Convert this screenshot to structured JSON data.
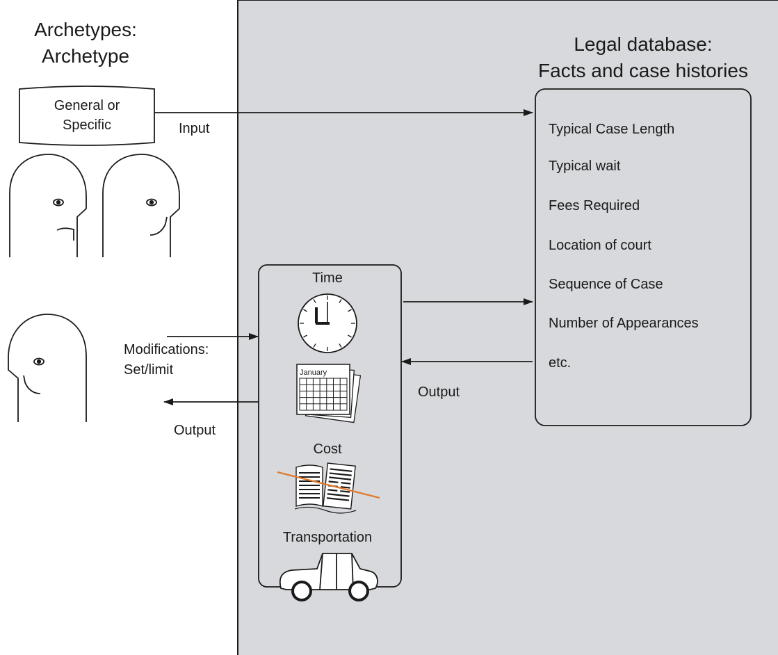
{
  "archetypes": {
    "title_line1": "Archetypes:",
    "title_line2": "Archetype",
    "selector_line1": "General or",
    "selector_line2": "Specific"
  },
  "arrows": {
    "input": "Input",
    "modifications_line1": "Modifications:",
    "modifications_line2": "Set/limit",
    "output_left": "Output",
    "output_db": "Output"
  },
  "database": {
    "title_line1": "Legal database:",
    "title_line2": "Facts and case histories",
    "items": [
      "Typical Case Length",
      "Typical wait",
      "Fees Required",
      "Location of court",
      "Sequence of Case",
      "Number of Appearances",
      "etc."
    ]
  },
  "factors": {
    "time": "Time",
    "calendar_month": "January",
    "cost": "Cost",
    "transportation": "Transportation"
  },
  "colors": {
    "panel": "#d8d9dc",
    "stroke": "#1a1a1a",
    "cost_slash": "#e07a2e"
  },
  "icons": [
    "head-icon",
    "clock-icon",
    "calendar-icon",
    "money-icon",
    "car-icon"
  ]
}
